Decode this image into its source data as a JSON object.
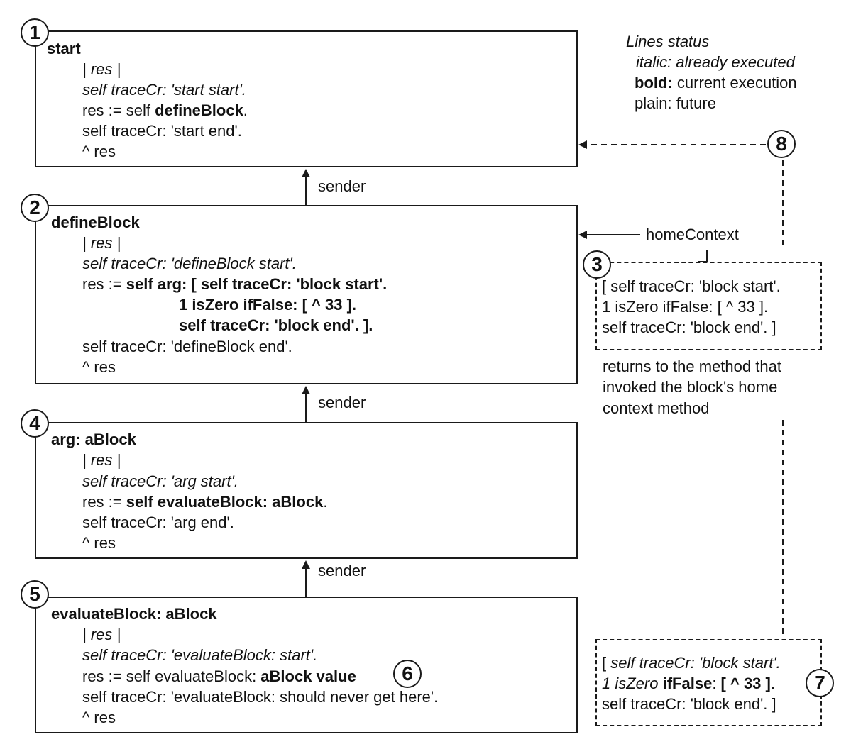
{
  "legend": {
    "title": "Lines status",
    "italic_key": "italic:",
    "italic_text": "already executed",
    "bold_key": "bold:",
    "bold_text": "current execution",
    "plain_key": "plain:",
    "plain_text": "future"
  },
  "badges": {
    "b1": "1",
    "b2": "2",
    "b3": "3",
    "b4": "4",
    "b5": "5",
    "b6": "6",
    "b7": "7",
    "b8": "8"
  },
  "labels": {
    "sender": "sender",
    "home_context": "homeContext",
    "returns_1": "returns to the method that",
    "returns_2": "invoked the block's home",
    "returns_3": "context method"
  },
  "frames": {
    "start": {
      "header": "start",
      "temps": "| res |",
      "l1": "self traceCr: 'start start'.",
      "l2_pre": "res := self ",
      "l2_bold": "defineBlock",
      "l2_post": ".",
      "l3": "self traceCr: 'start end'.",
      "l4": "^ res"
    },
    "define_block": {
      "header": "defineBlock",
      "temps": "| res |",
      "l1": "self traceCr: 'defineBlock start'.",
      "l2_pre": "res := ",
      "l2_bold": "self arg: [ self traceCr: 'block start'.",
      "l3": "1 isZero ifFalse: [ ^ 33 ].",
      "l4": "self traceCr: 'block end'. ].",
      "l5": "self traceCr: 'defineBlock end'.",
      "l6": "^ res"
    },
    "arg": {
      "header": "arg: aBlock",
      "temps": "| res |",
      "l1": "self traceCr: 'arg start'.",
      "l2_pre": "res := ",
      "l2_bold": "self evaluateBlock: aBlock",
      "l2_post": ".",
      "l3": "self traceCr: 'arg end'.",
      "l4": "^ res"
    },
    "evaluate_block": {
      "header": "evaluateBlock: aBlock",
      "temps": "| res |",
      "l1": "self traceCr: 'evaluateBlock: start'.",
      "l2_pre": "res := self evaluateBlock: ",
      "l2_bold": "aBlock value",
      "l3": "self traceCr: 'evaluateBlock: should never get here'.",
      "l4": "^  res"
    }
  },
  "block_closure": {
    "l1": "[ self traceCr: 'block start'.",
    "l2": "1 isZero ifFalse: [ ^ 33 ].",
    "l3": "self traceCr: 'block end'. ]"
  },
  "block_context": {
    "l1_open": "[ ",
    "l1_italic": "self traceCr: 'block start'.",
    "l2_italic": "1 isZero",
    "l2_bold1": "ifFalse",
    "l2_mid": ": ",
    "l2_bold2": "[ ^ 33 ]",
    "l2_end": ".",
    "l3": "self traceCr: 'block end'. ]"
  }
}
